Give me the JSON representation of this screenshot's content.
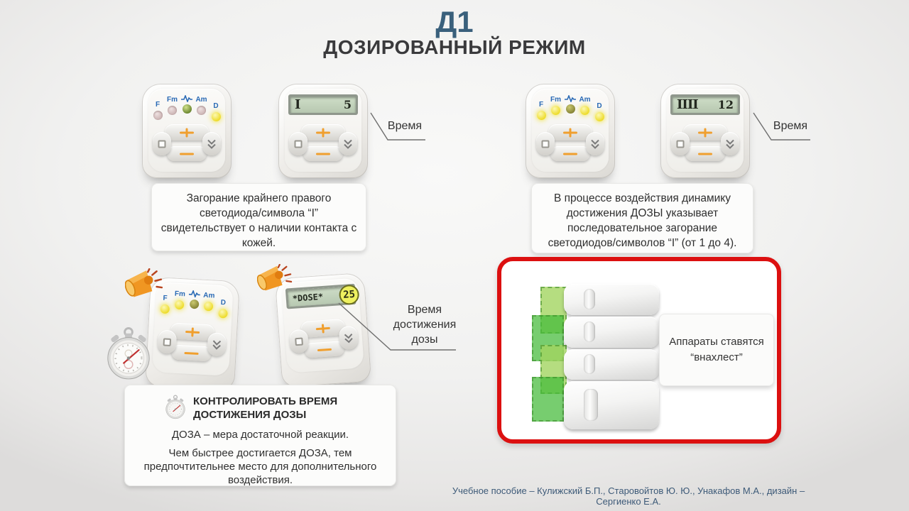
{
  "header": {
    "code": "Д1",
    "title": "ДОЗИРОВАННЫЙ РЕЖИМ"
  },
  "led_labels": {
    "f": "F",
    "fm": "Fm",
    "am": "Am",
    "d": "D"
  },
  "led_states": {
    "contact_device": [
      "off",
      "off",
      "green",
      "off",
      "yellow"
    ],
    "progress_device": [
      "yellow",
      "yellow",
      "olive",
      "yellow",
      "yellow"
    ],
    "sound_device": [
      "yellow",
      "yellow",
      "olive",
      "yellow",
      "yellow"
    ]
  },
  "displays": {
    "contact": {
      "symbols": "I",
      "value": "5"
    },
    "progress": {
      "symbols": "IIII",
      "value": "12"
    },
    "dose": {
      "label": "*DOSE*",
      "value": "25"
    }
  },
  "callouts": {
    "time": "Время",
    "dose_time": "Время достижения дозы"
  },
  "notes": {
    "contact": "Загорание крайнего правого светодиода/символа “I” свидетельствует о наличии контакта с кожей.",
    "progress": "В процессе воздействия динамику достижения ДОЗЫ указывает последовательное загорание светодиодов/символов “I” (от 1 до 4).",
    "control_heading": "КОНТРОЛИРОВАТЬ ВРЕМЯ ДОСТИЖЕНИЯ ДОЗЫ",
    "control_line1": "ДОЗА – мера достаточной реакции.",
    "control_line2": "Чем быстрее достигается ДОЗА, тем предпочтительнее место для дополнительного воздействия.",
    "overlap": "Аппараты ставятся “внахлест”"
  },
  "footer": {
    "credit": "Учебное пособие –  Кулижский Б.П., Старовойтов Ю. Ю., Унакафов М.А., дизайн – Сергиенко Е.А."
  },
  "colors": {
    "accent_red": "#dc1010",
    "title_blue": "#3a607c",
    "credit_blue": "#3d5a78",
    "led_label_blue": "#2a6ab5",
    "button_orange": "#f09f2e",
    "green_light": "#a3d560",
    "green_dark": "#42ba38",
    "lcd_green": "#c3d3bb"
  }
}
